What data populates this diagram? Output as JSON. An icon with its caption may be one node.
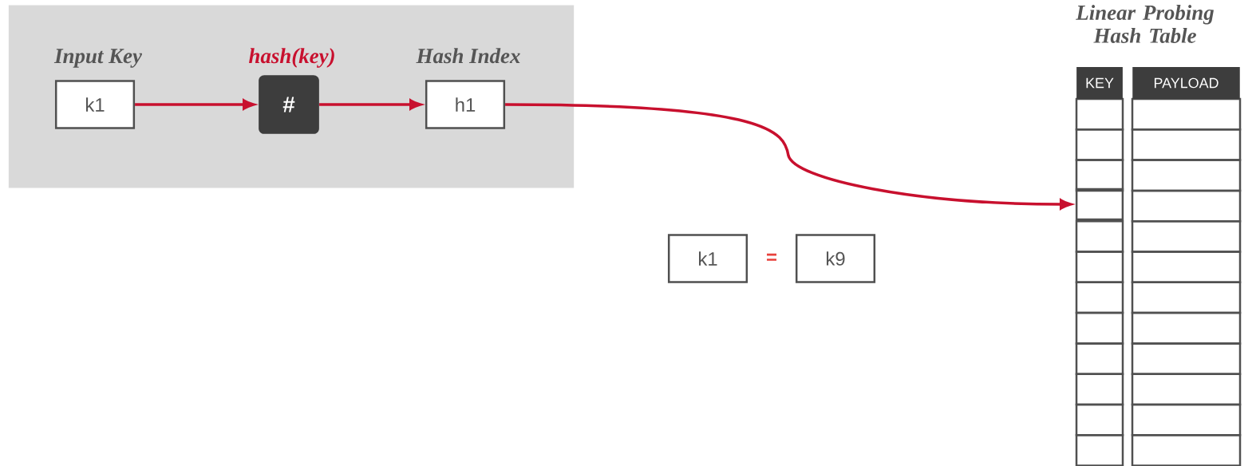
{
  "diagram": {
    "nodes": [
      {
        "text": [],
        "shape": "box"
      },
      {
        "text": [
          "Input Key",
          "k1"
        ],
        "in": 0
      },
      {
        "text": [
          "hash(key)",
          "#"
        ],
        "in": 0
      },
      {
        "text": [
          "Hash Index",
          "h1"
        ],
        "in": 0
      },
      {
        "text": [],
        "shape": "box"
      },
      {
        "text": [
          "k1"
        ]
      },
      {
        "text": [
          "k9"
        ]
      }
    ],
    "edges": [
      {
        "from": 1,
        "to": 2,
        "arrow": "to"
      },
      {
        "from": 2,
        "to": 3,
        "arrow": "to"
      },
      {
        "from": 3,
        "to": 4,
        "arrow": "to"
      }
    ],
    "labels": [
      "Linear Probing Hash Table",
      "KEY",
      "PAYLOAD",
      "="
    ]
  }
}
